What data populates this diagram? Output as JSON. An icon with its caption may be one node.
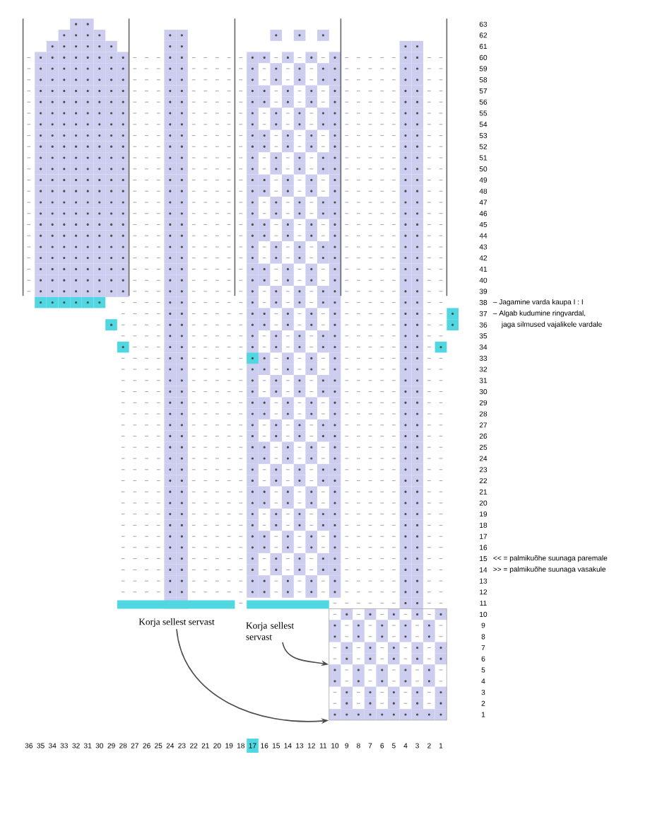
{
  "diagram": {
    "nodes": [
      {
        "text": [
          "Korja sellest servast"
        ]
      },
      {
        "text": [
          "Korja sellest servast"
        ]
      },
      {
        "text": [],
        "shape": "box"
      }
    ],
    "edges": [
      {
        "from": 0,
        "to": 2,
        "arrow": "to"
      },
      {
        "from": 1,
        "to": 2,
        "arrow": "to"
      }
    ],
    "labels": [
      "63",
      "62",
      "61",
      "60",
      "59",
      "58",
      "57",
      "56",
      "55",
      "54",
      "53",
      "52",
      "51",
      "50",
      "49",
      "48",
      "47",
      "46",
      "45",
      "44",
      "43",
      "42",
      "41",
      "40",
      "39",
      "38",
      "37",
      "36",
      "35",
      "34",
      "33",
      "32",
      "31",
      "30",
      "29",
      "28",
      "27",
      "26",
      "25",
      "24",
      "23",
      "22",
      "21",
      "20",
      "19",
      "18",
      "17",
      "16",
      "15",
      "14",
      "13",
      "12",
      "11",
      "10",
      "9",
      "8",
      "7",
      "6",
      "5",
      "4",
      "3",
      "2",
      "1",
      "– Jagamine varda kaupa I : I",
      "– Algab kudumine ringvardal,",
      "jaga silmused vajalikele vardale",
      "<< = palmikuõhe suunaga paremale",
      ">> = palmikuõhe suunaga vasakule",
      "36",
      "35",
      "34",
      "33",
      "32",
      "31",
      "30",
      "29",
      "28",
      "27",
      "26",
      "25",
      "24",
      "23",
      "22",
      "21",
      "20",
      "19",
      "18",
      "17",
      "16",
      "15",
      "14",
      "13",
      "12",
      "11",
      "10",
      "9",
      "8",
      "7",
      "6",
      "5",
      "4",
      "3",
      "2",
      "1"
    ]
  }
}
